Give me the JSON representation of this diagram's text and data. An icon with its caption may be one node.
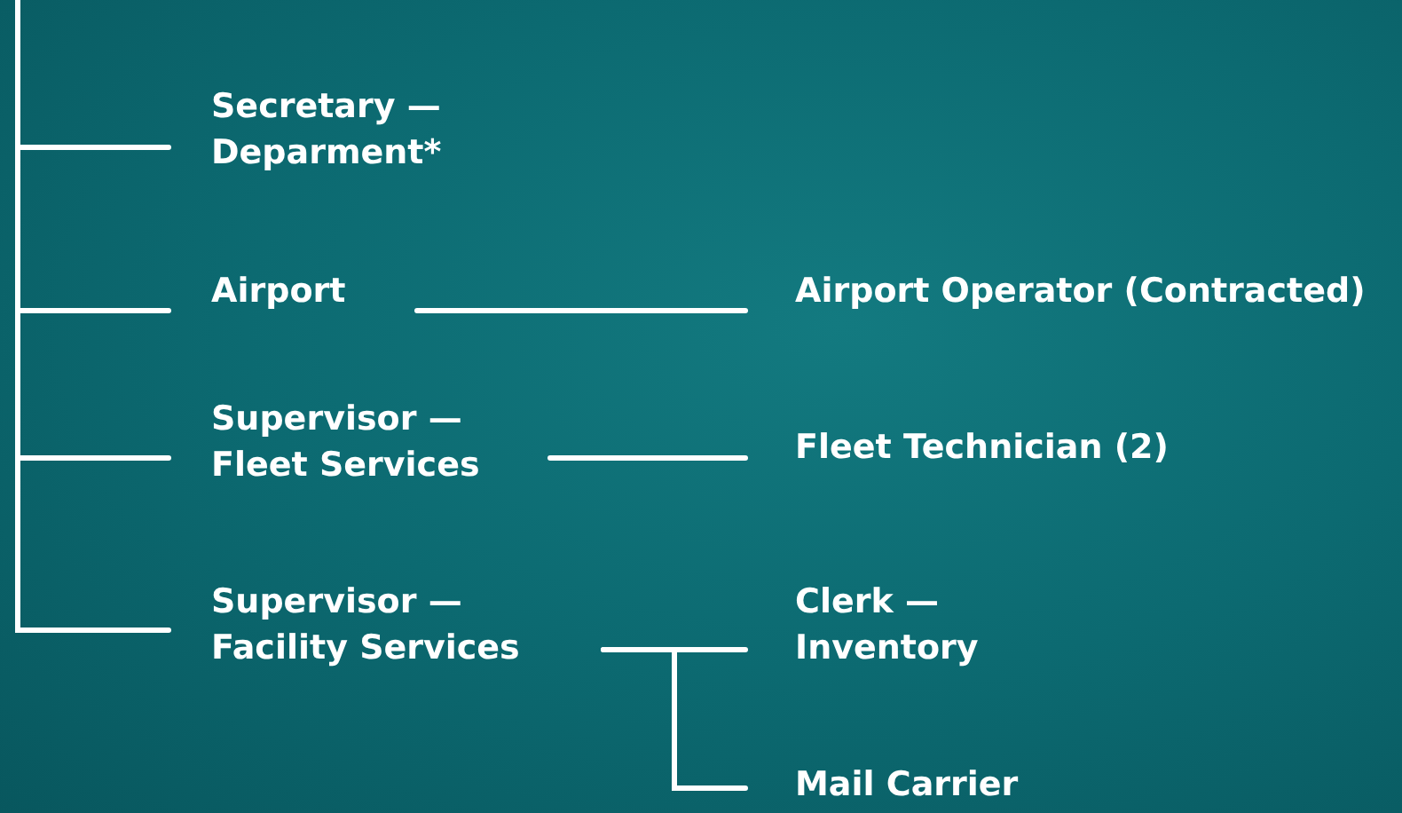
{
  "diagram": {
    "nodes": [
      {
        "text": [
          "Secretary — Deparment*"
        ]
      },
      {
        "text": [
          "Airport"
        ]
      },
      {
        "text": [
          "Supervisor — Fleet Services"
        ]
      },
      {
        "text": [
          "Supervisor — Facility Services"
        ]
      },
      {
        "text": [
          "Airport Operator (Contracted)"
        ]
      },
      {
        "text": [
          "Fleet Technician (2)"
        ]
      },
      {
        "text": [
          "Clerk — Inventory"
        ]
      },
      {
        "text": [
          "Mail Carrier"
        ]
      }
    ],
    "edges": [
      {
        "from": null,
        "to": 0,
        "arrow": "none"
      },
      {
        "from": null,
        "to": 1,
        "arrow": "none"
      },
      {
        "from": null,
        "to": 2,
        "arrow": "none"
      },
      {
        "from": null,
        "to": 3,
        "arrow": "none"
      },
      {
        "from": 1,
        "to": 4,
        "arrow": "none"
      },
      {
        "from": 2,
        "to": 5,
        "arrow": "none"
      },
      {
        "from": 3,
        "to": 6,
        "arrow": "none"
      },
      {
        "from": 3,
        "to": 7,
        "arrow": "none"
      }
    ]
  }
}
